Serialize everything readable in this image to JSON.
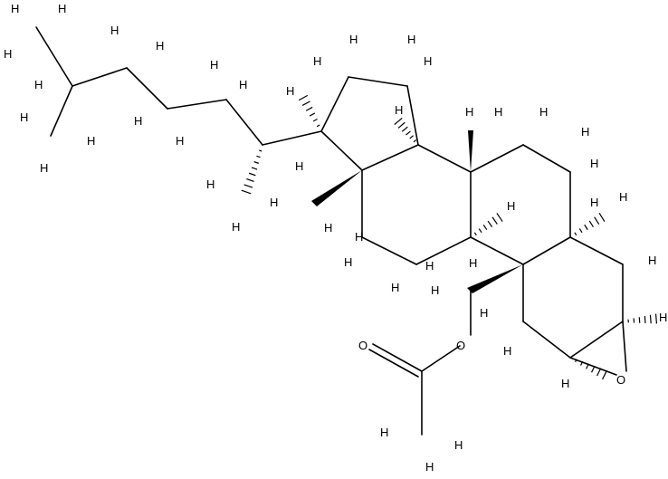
{
  "figure": {
    "type": "skeletal-structure",
    "atoms": {
      "hydrogen": "H",
      "oxygen": "O"
    }
  }
}
